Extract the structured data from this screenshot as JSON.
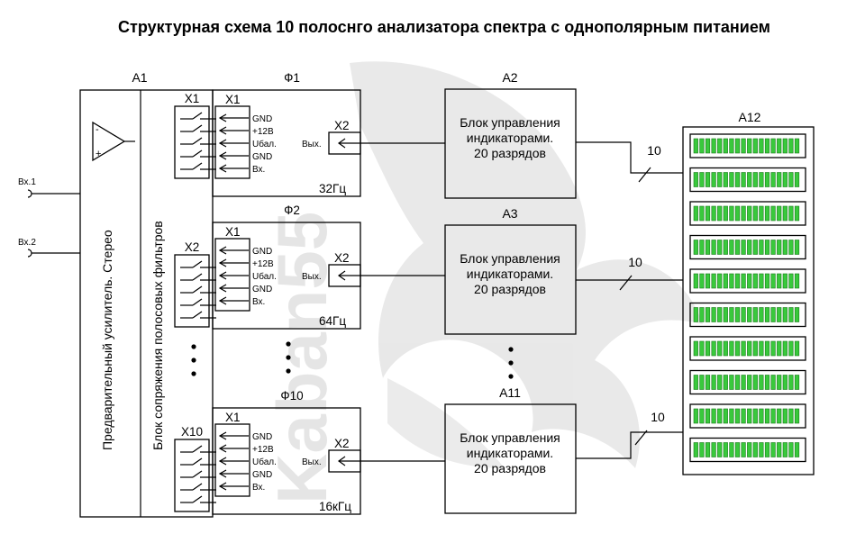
{
  "title": "Структурная схема 10 полоснго анализатора спектра с однополярным питанием",
  "preamp": {
    "ref": "А1",
    "label": "Предварительный усилитель. Стерео",
    "inputs": [
      "Вх.1",
      "Вх.2"
    ]
  },
  "interface": {
    "label": "Блок сопряжения полосовых фильтров",
    "connectors": [
      "Х1",
      "Х2",
      "Х10"
    ]
  },
  "filters": [
    {
      "ref": "Ф1",
      "freq": "32Гц"
    },
    {
      "ref": "Ф2",
      "freq": "64Гц"
    },
    {
      "ref": "Ф10",
      "freq": "16кГц"
    }
  ],
  "filter_in_connector": "Х1",
  "filter_out_connector": "Х2",
  "filter_out_label": "Вых.",
  "pins": [
    "GND",
    "+12В",
    "Uбал.",
    "GND",
    "Вх."
  ],
  "control_blocks": [
    {
      "ref": "А2",
      "lines": [
        "Блок управления",
        "индикаторами.",
        "20 разрядов"
      ],
      "bus": "10"
    },
    {
      "ref": "А3",
      "lines": [
        "Блок управления",
        "индикаторами.",
        "20 разрядов"
      ],
      "bus": "10"
    },
    {
      "ref": "А11",
      "lines": [
        "Блок управления",
        "индикаторами.",
        "20 разрядов"
      ],
      "bus": "10"
    }
  ],
  "display": {
    "ref": "А12",
    "rows": 10,
    "segments_per_row": 18,
    "segment_color": "#39c93c"
  },
  "watermark": "Kaban55"
}
